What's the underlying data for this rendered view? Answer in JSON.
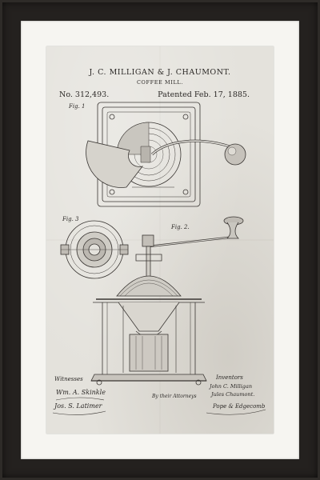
{
  "patent": {
    "inventors": "J. C. MILLIGAN & J. CHAUMONT.",
    "title": "COFFEE MILL.",
    "number": "No. 312,493.",
    "date": "Patented Feb. 17, 1885."
  },
  "figures": {
    "fig1": "Fig. 1",
    "fig2": "Fig. 2.",
    "fig3": "Fig. 3"
  },
  "signatures": {
    "witnesses_label": "Witnesses",
    "witness_1": "Wm. A. Skinkle",
    "witness_2": "Jos. S. Latimer",
    "inventors_label": "Inventors",
    "inventor_1": "John C. Milligan",
    "inventor_2": "Jules Chaumont.",
    "attorneys_label": "By their Attorneys",
    "attorneys": "Pope & Edgecomb"
  }
}
